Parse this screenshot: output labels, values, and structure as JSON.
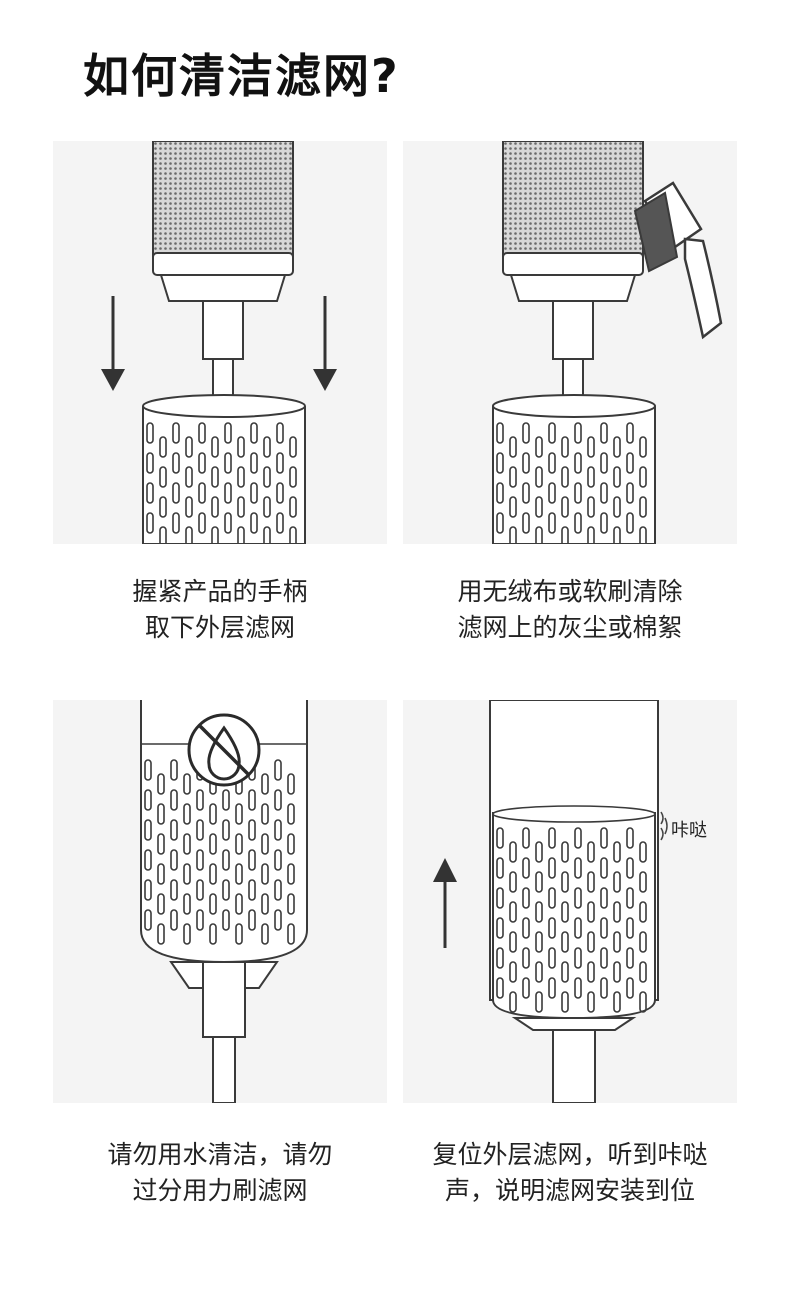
{
  "title": "如何清洁滤网?",
  "steps": [
    {
      "line1": "握紧产品的手柄",
      "line2": "取下外层滤网"
    },
    {
      "line1": "用无绒布或软刷清除",
      "line2": "滤网上的灰尘或棉絮"
    },
    {
      "line1": "请勿用水清洁，请勿",
      "line2": "过分用力刷滤网"
    },
    {
      "line1": "复位外层滤网，听到咔哒",
      "line2": "声，说明滤网安装到位"
    }
  ],
  "click_sound_label": "咔哒",
  "colors": {
    "panel_bg": "#f4f4f4",
    "line": "#3a3a3a",
    "mesh": "#8a8a8a"
  },
  "icons": [
    "arrow-down-icon",
    "brush-icon",
    "no-water-icon",
    "arrow-up-icon"
  ]
}
